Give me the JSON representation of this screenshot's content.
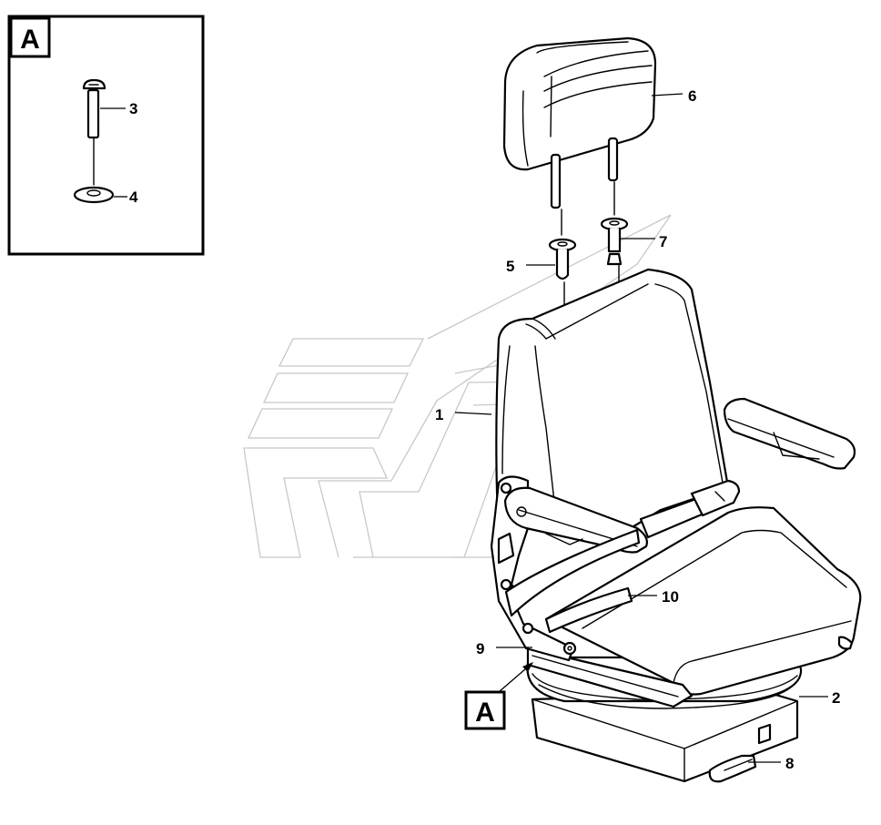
{
  "detail_view": {
    "label": "A"
  },
  "section_marker": {
    "label": "A"
  },
  "callouts": {
    "c1": "1",
    "c2": "2",
    "c3": "3",
    "c4": "4",
    "c5": "5",
    "c6": "6",
    "c7": "7",
    "c8": "8",
    "c9": "9",
    "c10": "10"
  },
  "colors": {
    "line": "#000000",
    "watermark": "#c8c8c8",
    "background": "#ffffff"
  }
}
